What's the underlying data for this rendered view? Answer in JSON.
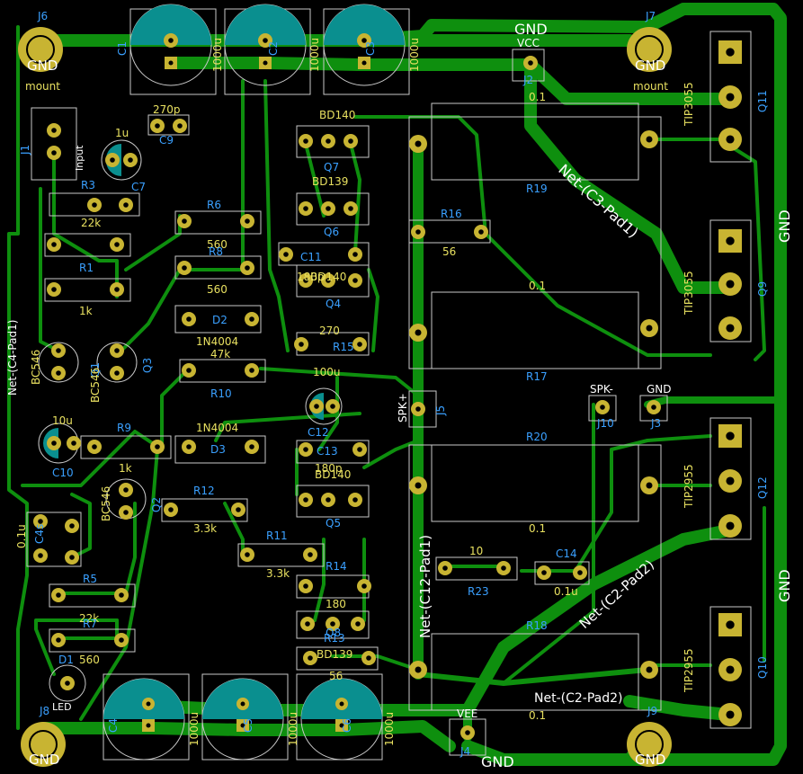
{
  "colors": {
    "background": "#000000",
    "copper": "#0e8f0e",
    "pad": "#c8b432",
    "outline": "#c8c8c8",
    "cap_fill": "#0a8f8f",
    "ref": "#3aa0ff",
    "value": "#e8e060"
  },
  "mounting_holes": [
    {
      "ref": "J6",
      "name": "GND",
      "note": "mount"
    },
    {
      "ref": "J7",
      "name": "GND",
      "note": "mount"
    },
    {
      "ref": "J8",
      "name": "GND",
      "note": ""
    },
    {
      "ref": "J9",
      "name": "GND",
      "note": ""
    }
  ],
  "bulk_caps_top": [
    {
      "ref": "C1",
      "value": "1000u"
    },
    {
      "ref": "C2",
      "value": "1000u"
    },
    {
      "ref": "C3",
      "value": "1000u"
    }
  ],
  "bulk_caps_bottom": [
    {
      "ref": "C4",
      "value": "1000u"
    },
    {
      "ref": "C5",
      "value": "1000u"
    },
    {
      "ref": "C6",
      "value": "1000u"
    }
  ],
  "power_transistors": [
    {
      "ref": "Q11",
      "type": "TIP3055"
    },
    {
      "ref": "Q9",
      "type": "TIP3055"
    },
    {
      "ref": "Q12",
      "type": "TIP2955"
    },
    {
      "ref": "Q10",
      "type": "TIP2955"
    }
  ],
  "emitter_resistors": [
    {
      "ref": "R19",
      "value": "0.1"
    },
    {
      "ref": "R17",
      "value": "0.1"
    },
    {
      "ref": "R20",
      "value": "0.1"
    },
    {
      "ref": "R18",
      "value": "0.1"
    }
  ],
  "small_parts": [
    {
      "ref": "R3",
      "value": "22k"
    },
    {
      "ref": "R1",
      "value": "1k"
    },
    {
      "ref": "R6",
      "value": "560"
    },
    {
      "ref": "R8",
      "value": "560"
    },
    {
      "ref": "D2",
      "value": "1N4004"
    },
    {
      "ref": "R10",
      "value": "47k"
    },
    {
      "ref": "D3",
      "value": "1N4004"
    },
    {
      "ref": "R12",
      "value": "3.3k"
    },
    {
      "ref": "R11",
      "value": "3.3k"
    },
    {
      "ref": "R16",
      "value": "56"
    },
    {
      "ref": "R23",
      "value": "10"
    },
    {
      "ref": "C14",
      "value": "0.1u"
    },
    {
      "ref": "C11",
      "value": "180p"
    },
    {
      "ref": "C13",
      "value": "180p"
    },
    {
      "ref": "R15",
      "value": "270"
    },
    {
      "ref": "C9",
      "value": "270p"
    },
    {
      "ref": "C10",
      "value": "10u"
    },
    {
      "ref": "C12",
      "value": "100u"
    },
    {
      "ref": "R9",
      "value": "1k"
    },
    {
      "ref": "R5",
      "value": "22k"
    },
    {
      "ref": "R14",
      "value": "180"
    },
    {
      "ref": "R13",
      "value": "56"
    },
    {
      "ref": "R7",
      "value": "560"
    },
    {
      "ref": "C4s",
      "value": "0.1u"
    },
    {
      "ref": "C7",
      "value": "1u"
    }
  ],
  "small_transistors": [
    {
      "ref": "Q7",
      "type": "BD140"
    },
    {
      "ref": "Q6",
      "type": "BD139"
    },
    {
      "ref": "Q4",
      "type": "BD140"
    },
    {
      "ref": "Q5",
      "type": "BD140"
    },
    {
      "ref": "Q8",
      "type": "BD139"
    },
    {
      "ref": "Q1",
      "type": "BC546"
    },
    {
      "ref": "Q3",
      "type": "BC546"
    },
    {
      "ref": "Q2",
      "type": "BC546"
    }
  ],
  "connectors": [
    {
      "ref": "J2",
      "name": "VCC"
    },
    {
      "ref": "J4",
      "name": "VEE"
    },
    {
      "ref": "J10",
      "name": "SPK-"
    },
    {
      "ref": "J3",
      "name": "GND"
    },
    {
      "ref": "J5",
      "name": "SPK+"
    },
    {
      "ref": "J1",
      "name": "Input"
    },
    {
      "ref": "D1",
      "name": "LED"
    }
  ],
  "net_labels": {
    "gnd": "GND",
    "c3": "Net-(C3-Pad1)",
    "c2": "Net-(C2-Pad2)",
    "c12": "Net-(C12-Pad1)",
    "c4": "Net-(C4-Pad1)"
  }
}
